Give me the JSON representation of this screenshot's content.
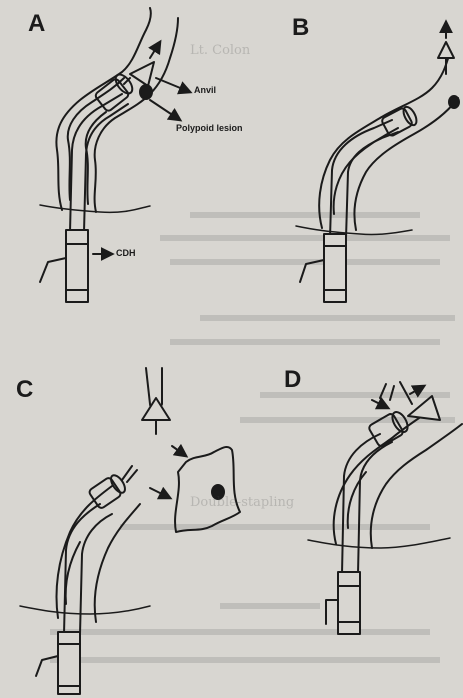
{
  "colors": {
    "page": "#d8d6d1",
    "ink": "#1b1b1b",
    "bleed_through": "#6b6b6b"
  },
  "panels": {
    "a": {
      "label": "A"
    },
    "b": {
      "label": "B"
    },
    "c": {
      "label": "C"
    },
    "d": {
      "label": "D"
    }
  },
  "callouts": {
    "anvil": "Anvil",
    "polypoid_lesion": "Polypoid lesion",
    "cdh": "CDH"
  },
  "bleed_through": {
    "line1": "Lt. Colon",
    "line2": "Double-stapling"
  },
  "icons": [
    "anvil-icon",
    "stapler-icon",
    "lesion-icon",
    "arrow-icon",
    "resected-specimen-icon"
  ]
}
